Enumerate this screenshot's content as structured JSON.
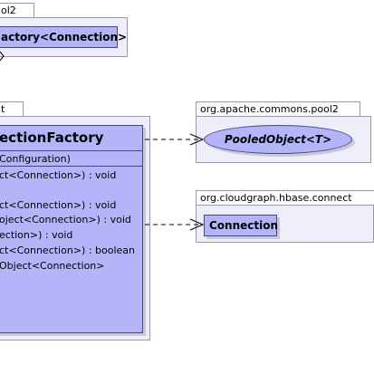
{
  "top_package": {
    "tab": "ol2",
    "class_name": "actory<Connection>"
  },
  "left_package": {
    "tab": "t"
  },
  "main_class": {
    "name": "ectionFactory",
    "members": [
      "Configuration)",
      "ct<Connection>) : void",
      "",
      "ct<Connection>) : void",
      "oject<Connection>) : void",
      "ection>) : void",
      "ct<Connection>) : boolean",
      "Object<Connection>"
    ]
  },
  "pool_package": {
    "tab": "org.apache.commons.pool2",
    "class_name": "PooledObject<T>"
  },
  "hbase_package": {
    "tab": "org.cloudgraph.hbase.connect",
    "class_name": "Connection"
  },
  "colors": {
    "class_fill": "#b4b4f8",
    "package_fill": "#eeeefa",
    "border": "#45458a"
  }
}
